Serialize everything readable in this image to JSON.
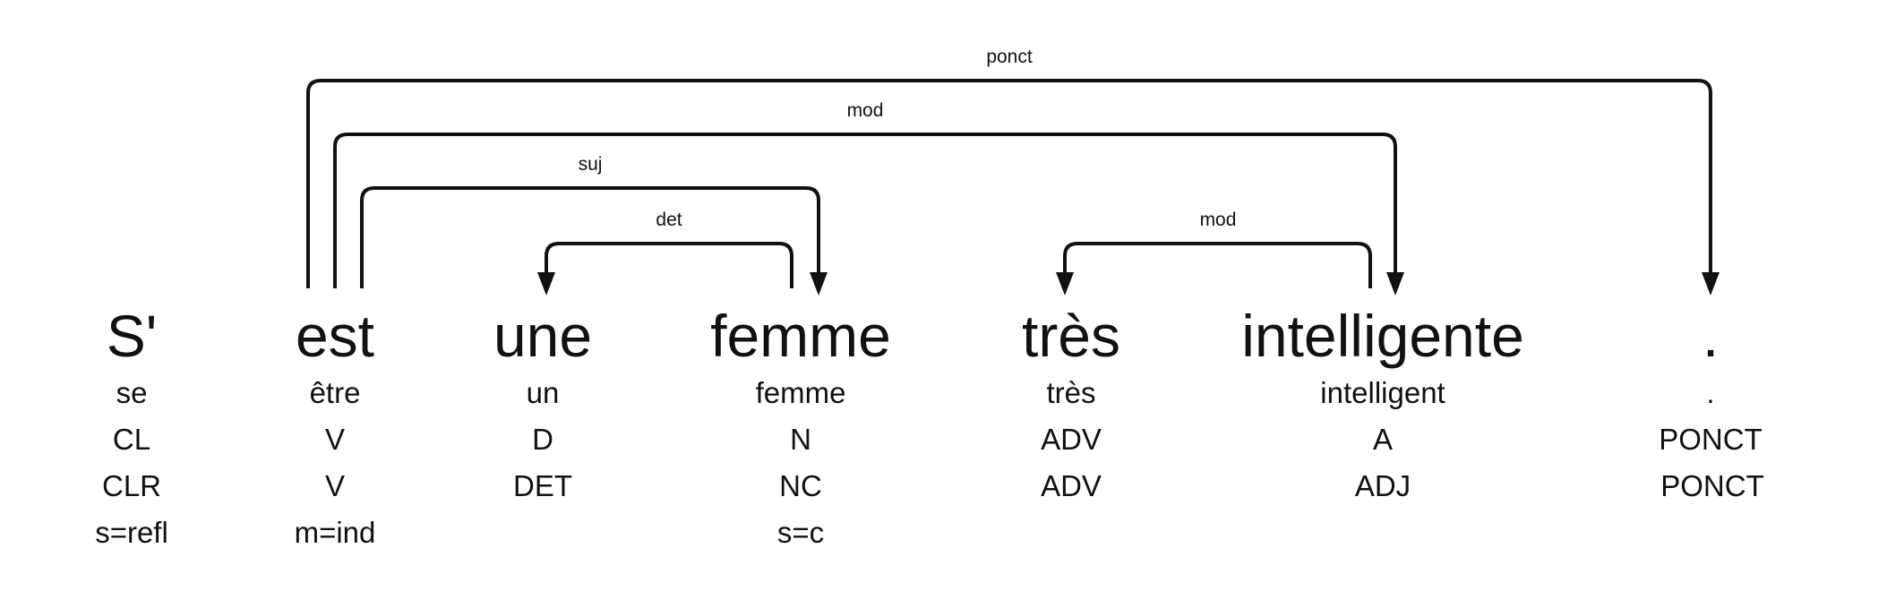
{
  "tokens": [
    {
      "form": "S'",
      "lemma": "se",
      "cpos": "CL",
      "pos": "CLR",
      "feats": "s=refl"
    },
    {
      "form": "est",
      "lemma": "être",
      "cpos": "V",
      "pos": "V",
      "feats": "m=ind"
    },
    {
      "form": "une",
      "lemma": "un",
      "cpos": "D",
      "pos": "DET",
      "feats": ""
    },
    {
      "form": "femme",
      "lemma": "femme",
      "cpos": "N",
      "pos": "NC",
      "feats": "s=c"
    },
    {
      "form": "très",
      "lemma": "très",
      "cpos": "ADV",
      "pos": "ADV",
      "feats": ""
    },
    {
      "form": "intelligente",
      "lemma": "intelligent",
      "cpos": "A",
      "pos": "ADJ",
      "feats": ""
    },
    {
      "form": ".",
      "lemma": ".",
      "cpos": "PONCT",
      "pos": "PONCT",
      "feats": ""
    }
  ],
  "arcs": [
    {
      "label": "ponct",
      "from": 1,
      "to": 6
    },
    {
      "label": "mod",
      "from": 1,
      "to": 5
    },
    {
      "label": "suj",
      "from": 1,
      "to": 3
    },
    {
      "label": "det",
      "from": 3,
      "to": 2
    },
    {
      "label": "mod",
      "from": 5,
      "to": 4
    }
  ]
}
